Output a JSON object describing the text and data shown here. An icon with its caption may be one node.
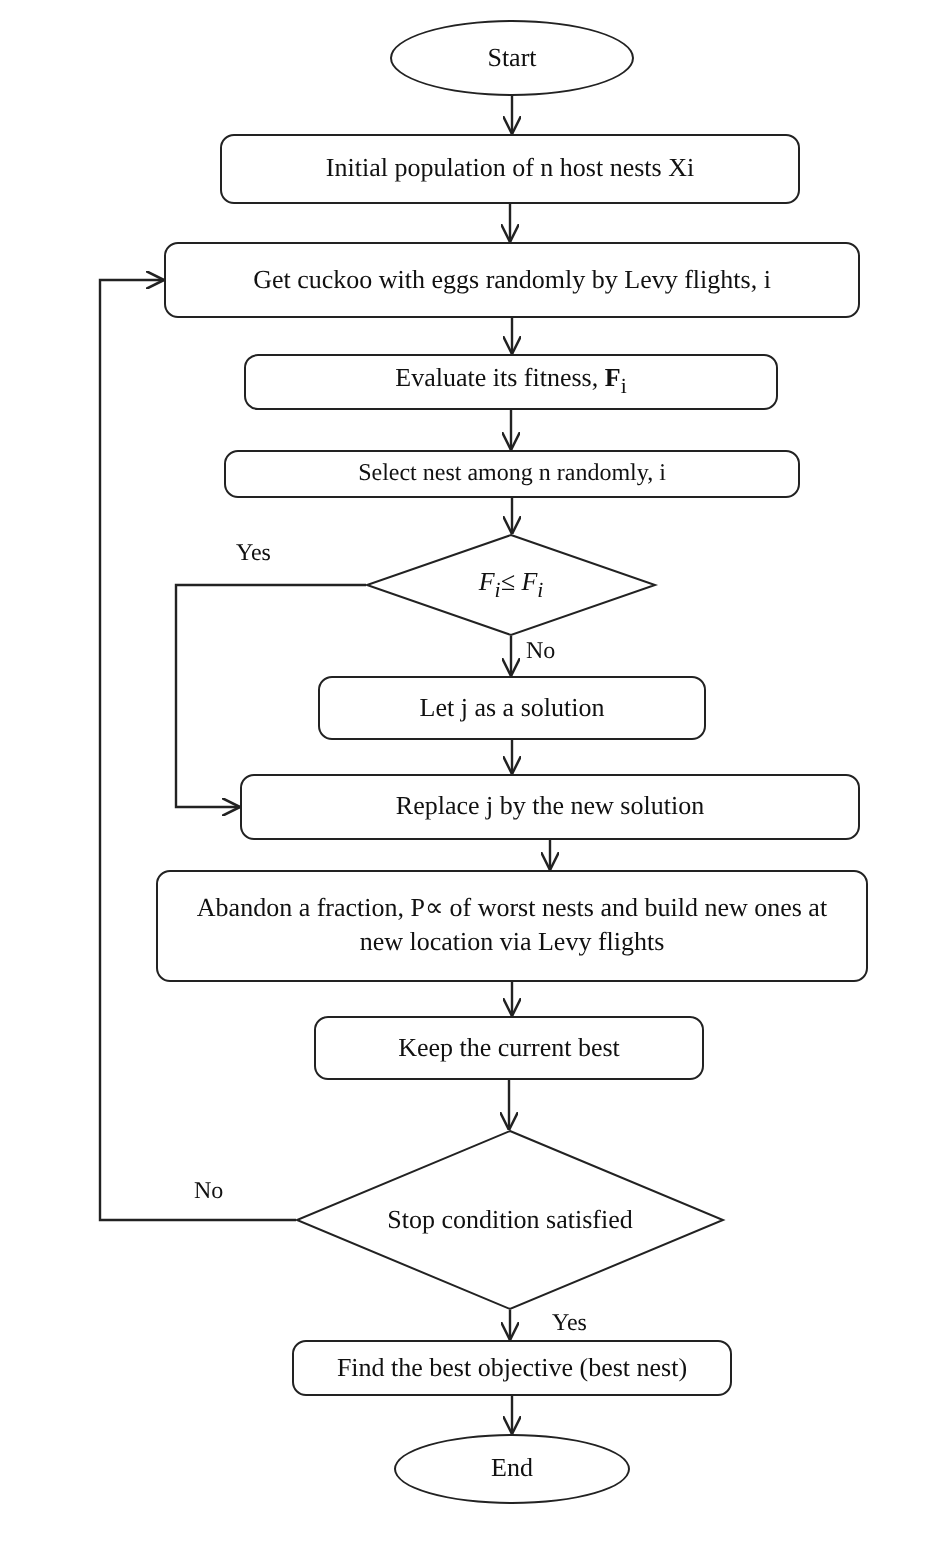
{
  "diagram": {
    "nodes": [
      {
        "text": [
          "Start"
        ]
      },
      {
        "text": [
          "Initial population of n host nests Xi"
        ]
      },
      {
        "text": [
          "Get cuckoo with eggs randomly by Levy flights, i"
        ]
      },
      {
        "text": [
          "Evaluate its fitness, **F**$_{i}$"
        ]
      },
      {
        "text": [
          "Select nest among n randomly, i"
        ]
      },
      {
        "text": [
          "F$_{i}$≤ F$_{i}$"
        ]
      },
      {
        "text": [
          "Let j as a solution"
        ]
      },
      {
        "text": [
          "Replace j by the new solution"
        ]
      },
      {
        "text": [
          "Abandon a fraction, P∝ of worst nests and build new ones at new location via Levy flights"
        ]
      },
      {
        "text": [
          "Keep the current best"
        ]
      },
      {
        "text": [
          "Stop condition satisfied"
        ]
      },
      {
        "text": [
          "Find the best objective (best nest)"
        ]
      },
      {
        "text": [
          "End"
        ]
      }
    ],
    "edges": [
      {
        "from": 0,
        "to": 1,
        "arrow": "to"
      },
      {
        "from": 1,
        "to": 2,
        "arrow": "to"
      },
      {
        "from": 2,
        "to": 3,
        "arrow": "to"
      },
      {
        "from": 3,
        "to": 4,
        "arrow": "to"
      },
      {
        "from": 4,
        "to": 5,
        "arrow": "to"
      },
      {
        "from": 5,
        "to": 6,
        "arrow": "to",
        "label": "No"
      },
      {
        "from": 5,
        "to": 7,
        "arrow": "to",
        "label": "Yes"
      },
      {
        "from": 6,
        "to": 7,
        "arrow": "to"
      },
      {
        "from": 7,
        "to": 8,
        "arrow": "to"
      },
      {
        "from": 8,
        "to": 9,
        "arrow": "to"
      },
      {
        "from": 9,
        "to": 10,
        "arrow": "to"
      },
      {
        "from": 10,
        "to": 11,
        "arrow": "to",
        "label": "Yes"
      },
      {
        "from": 10,
        "to": 2,
        "arrow": "to",
        "label": "No"
      },
      {
        "from": 11,
        "to": 12,
        "arrow": "to"
      }
    ]
  }
}
